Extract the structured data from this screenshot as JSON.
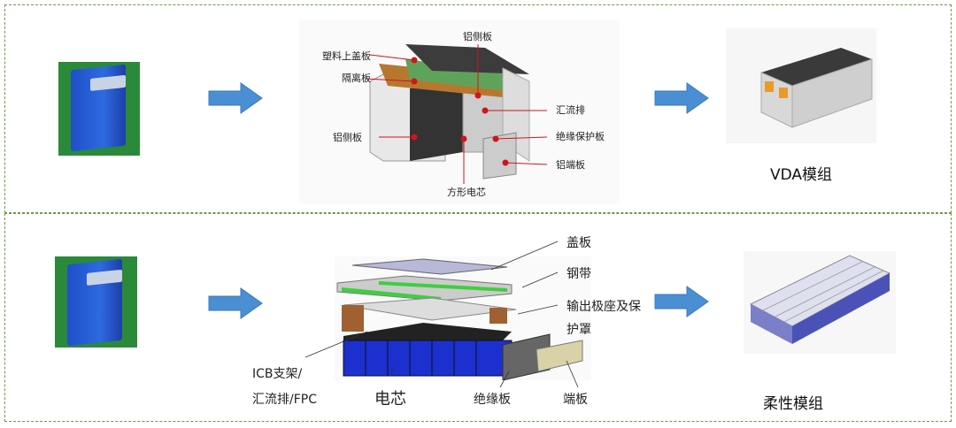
{
  "top_row": {
    "title": "VDA模组",
    "labels": {
      "side_plate_top": "铝侧板",
      "plastic_cover": "塑料上盖板",
      "separator": "隔离板",
      "busbar": "汇流排",
      "side_plate_left": "铝侧板",
      "insulation_plate": "绝缘保护板",
      "end_plate": "铝端板",
      "prismatic_cell": "方形电芯"
    }
  },
  "bottom_row": {
    "title": "柔性模组",
    "labels": {
      "cover": "盖板",
      "steel_strap": "钢带",
      "terminal_line1": "输出极座及保",
      "terminal_line2": "护罩",
      "icb_line1": "ICB支架/",
      "icb_line2": "汇流排/FPC",
      "cell": "电芯",
      "insulation": "绝缘板",
      "end_plate": "端板"
    }
  },
  "colors": {
    "border": "#6a9a4a",
    "arrow": "#4a8fd4",
    "leader_red": "#d0151b"
  }
}
